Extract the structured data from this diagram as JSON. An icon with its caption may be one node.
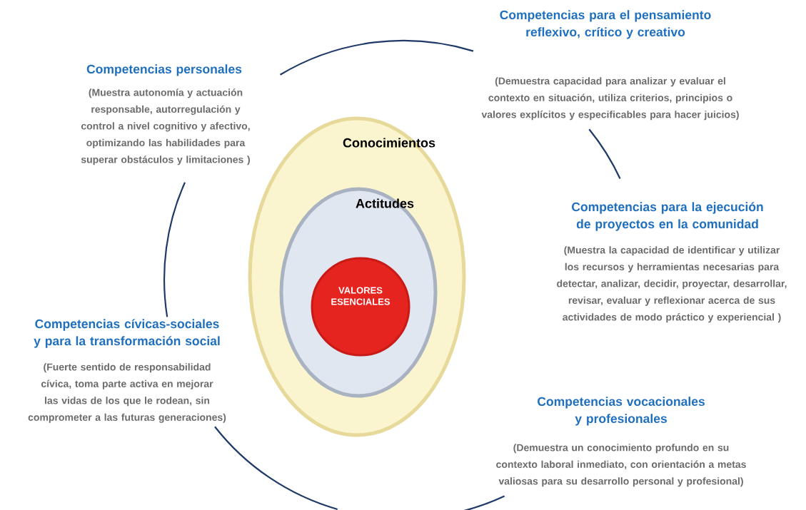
{
  "diagram": {
    "nodes": [
      {
        "text": [
          "Conocimientos"
        ]
      },
      {
        "text": [
          "Actitudes"
        ],
        "in": 0
      },
      {
        "text": [
          "VALORES ESENCIALES"
        ],
        "in": 1
      }
    ],
    "labels": [
      "Competencias personales",
      "(Muestra autonomía y actuación responsable, autorregulación y control a nivel cognitivo y afectivo, optimizando las habilidades para superar obstáculos y limitaciones )",
      "Competencias para el pensamiento reflexivo, crítico y creativo",
      "(Demuestra capacidad para analizar y evaluar el contexto en situación, utiliza criterios, principios o valores explícitos y especificables para hacer juicios)",
      "Competencias para la ejecución de proyectos en la comunidad",
      "(Muestra la capacidad de identificar y utilizar los recursos y herramientas necesarias para detectar, analizar, decidir, proyectar, desarrollar, revisar, evaluar y reflexionar acerca de sus actividades de modo práctico y experiencial )",
      "Competencias cívicas-sociales y para la transformación social",
      "(Fuerte sentido de responsabilidad cívica, toma parte activa en mejorar las vidas de los que le rodean, sin comprometer a las futuras generaciones)",
      "Competencias vocacionales y profesionales",
      "(Demuestra un conocimiento profundo en su contexto laboral inmediato, con orientación a metas valiosas para su desarrollo personal y profesional)"
    ]
  }
}
